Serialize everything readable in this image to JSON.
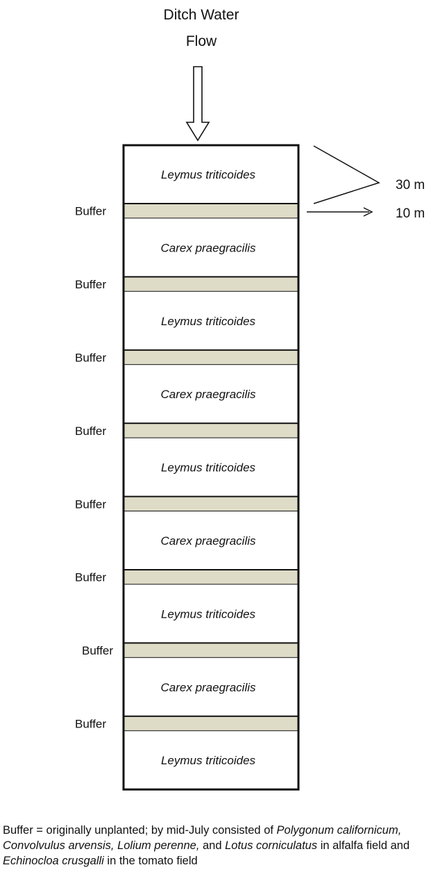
{
  "title_line1": "Ditch Water",
  "title_line2": "Flow",
  "dimensions": {
    "wide": "30 m",
    "narrow": "10 m"
  },
  "buffer_label": "Buffer",
  "colors": {
    "buffer_fill": "#dedbc7",
    "outline": "#111111"
  },
  "strips": [
    "Leymus triticoides",
    "Carex  praegracilis",
    "Leymus triticoides",
    "Carex  praegracilis",
    "Leymus triticoides",
    "Carex  praegracilis",
    "Leymus triticoides",
    "Carex  praegracilis",
    "Leymus triticoides"
  ],
  "note": {
    "p1": "Buffer  = originally unplanted; by mid-July consisted of ",
    "s1": "Polygonum californicum, Convolvulus arvensis, Lolium perenne,",
    "p2": " and ",
    "s2": "Lotus corniculatus",
    "p3": " in alfalfa field and  ",
    "s3": "Echinocloa crusgalli",
    "p4": " in the tomato field"
  }
}
